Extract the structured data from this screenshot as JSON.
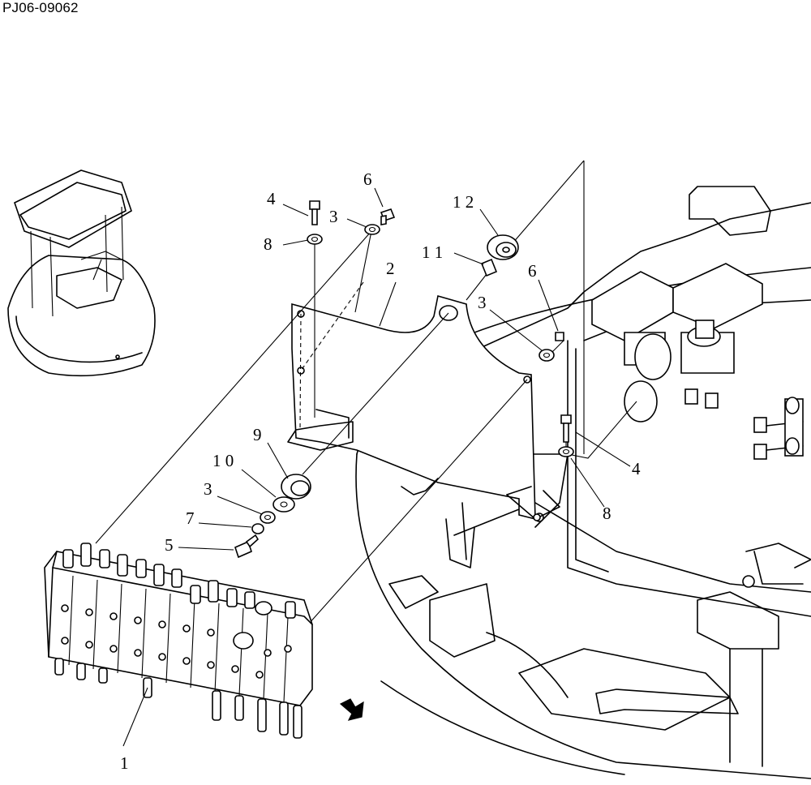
{
  "drawing_id": "PJ06-09062",
  "callouts": {
    "c1": "1",
    "c2": "2",
    "c3a": "3",
    "c3b": "3",
    "c3c": "3",
    "c4a": "4",
    "c4b": "4",
    "c5": "5",
    "c6a": "6",
    "c6b": "6",
    "c7": "7",
    "c8a": "8",
    "c8b": "8",
    "c9": "9",
    "c10": "1 0",
    "c11": "1 1",
    "c12": "1 2"
  }
}
